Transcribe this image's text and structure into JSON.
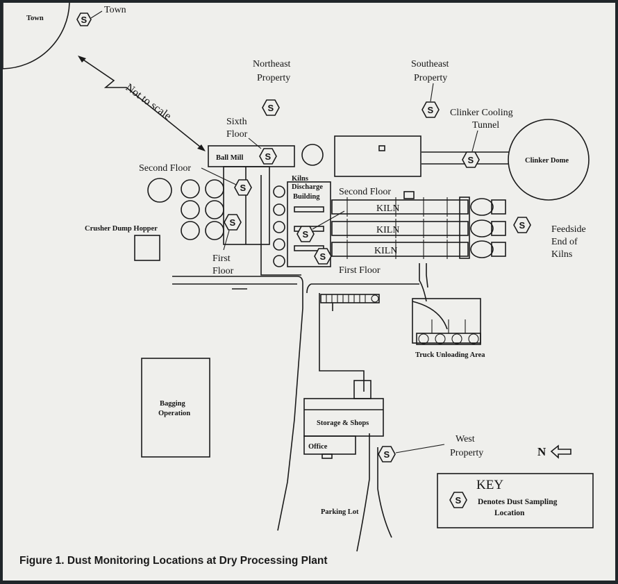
{
  "labels": {
    "town_area": "Town",
    "town": "Town",
    "not_to_scale": "Not to scale",
    "northeast": [
      "Northeast",
      "Property"
    ],
    "southeast": [
      "Southeast",
      "Property"
    ],
    "sixth_floor": [
      "Sixth",
      "Floor"
    ],
    "clinker_cooling": [
      "Clinker Cooling",
      "Tunnel"
    ],
    "clinker_dome": "Clinker Dome",
    "ball_mill": "Ball Mill",
    "second_floor_left": "Second Floor",
    "kilns_discharge": [
      "Kilns",
      "Discharge",
      "Building"
    ],
    "second_floor_right": "Second Floor",
    "kiln": "KILN",
    "crusher": "Crusher Dump Hopper",
    "first_floor_left": [
      "First",
      "Floor"
    ],
    "first_floor_right": "First Floor",
    "feedside": [
      "Feedside",
      "End of",
      "Kilns"
    ],
    "truck_unloading": "Truck Unloading Area",
    "bagging": [
      "Bagging",
      "Operation"
    ],
    "storage_shops": "Storage & Shops",
    "office": "Office",
    "west_property": [
      "West",
      "Property"
    ],
    "north": "N",
    "parking_lot": "Parking Lot"
  },
  "sample_marker": "S",
  "key": {
    "title": "KEY",
    "text": [
      "Denotes Dust Sampling",
      "Location"
    ]
  },
  "caption": "Figure 1. Dust Monitoring Locations at Dry Processing Plant"
}
